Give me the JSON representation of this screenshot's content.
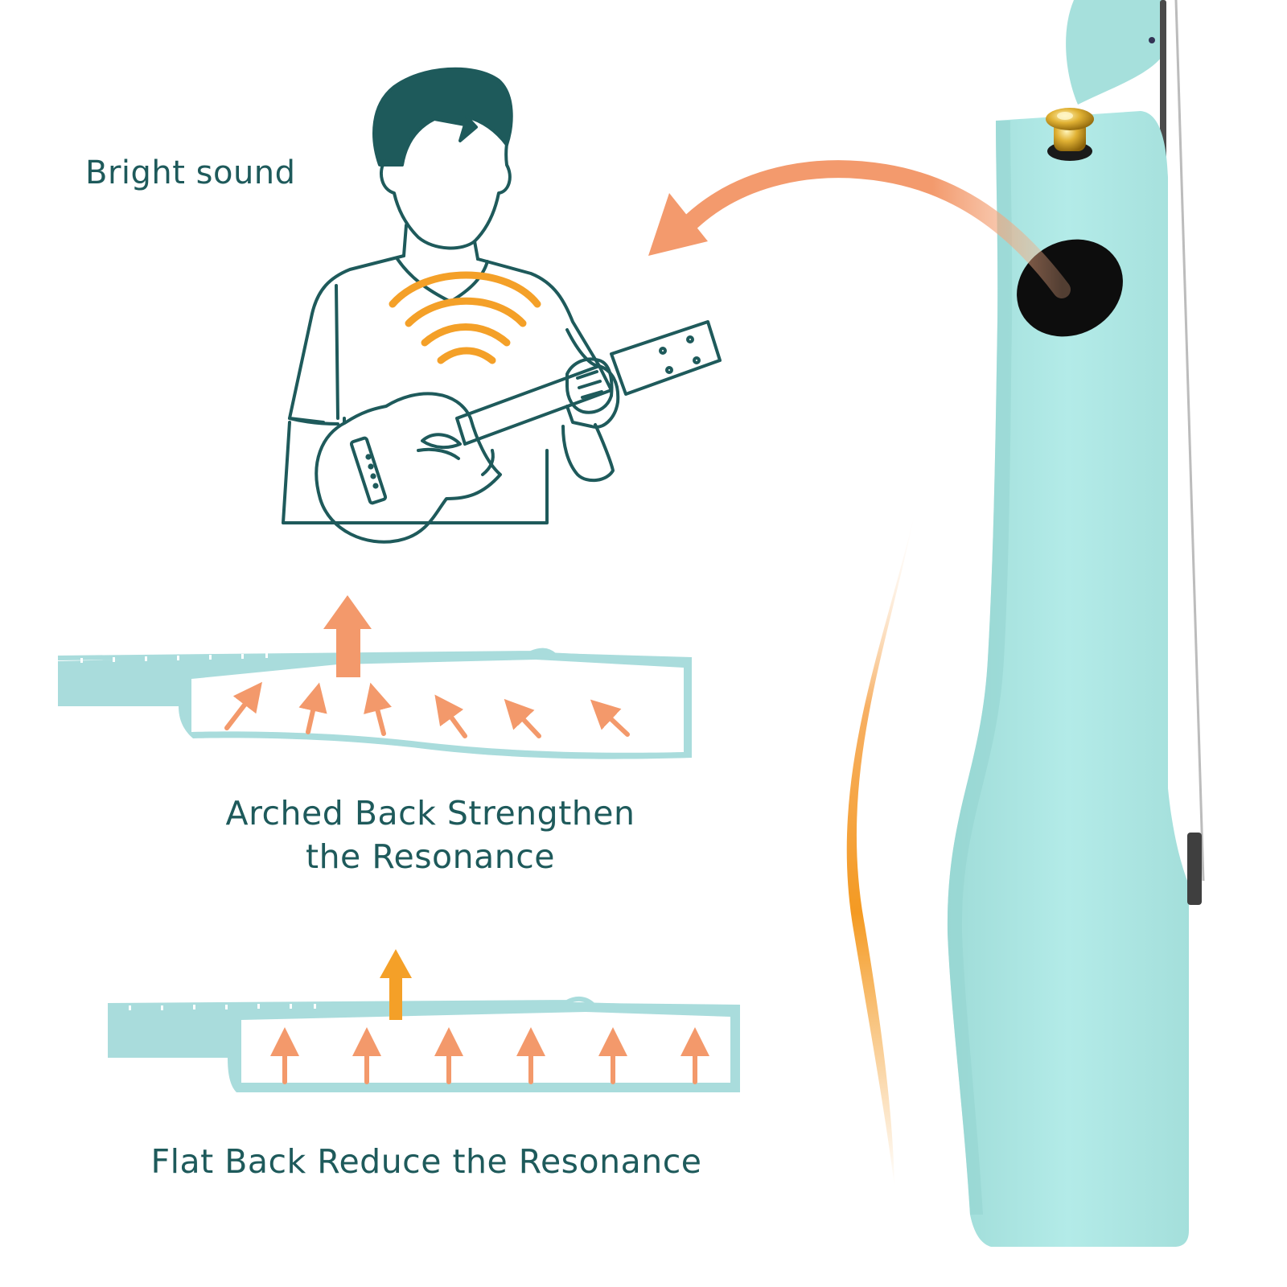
{
  "labels": {
    "bright_sound": "Bright sound",
    "arched_line1": "Arched Back Strengthen",
    "arched_line2": "the Resonance",
    "flat_back": "Flat Back Reduce the Resonance"
  },
  "colors": {
    "text": "#1e5a5b",
    "outline": "#1e5a5b",
    "body_mint": "#ade5e2",
    "diagram_mint": "#a9dcdc",
    "arrow_salmon": "#f3996b",
    "arrow_orange": "#f4a028",
    "gold_hardware": "#d9a520"
  },
  "icons": {
    "person": "person-playing-ukulele-icon",
    "sound_waves": "sound-wave-icon",
    "curved_arrow": "curved-arrow-icon",
    "soundport": "side-soundport-icon",
    "strap_button": "strap-button-icon"
  }
}
